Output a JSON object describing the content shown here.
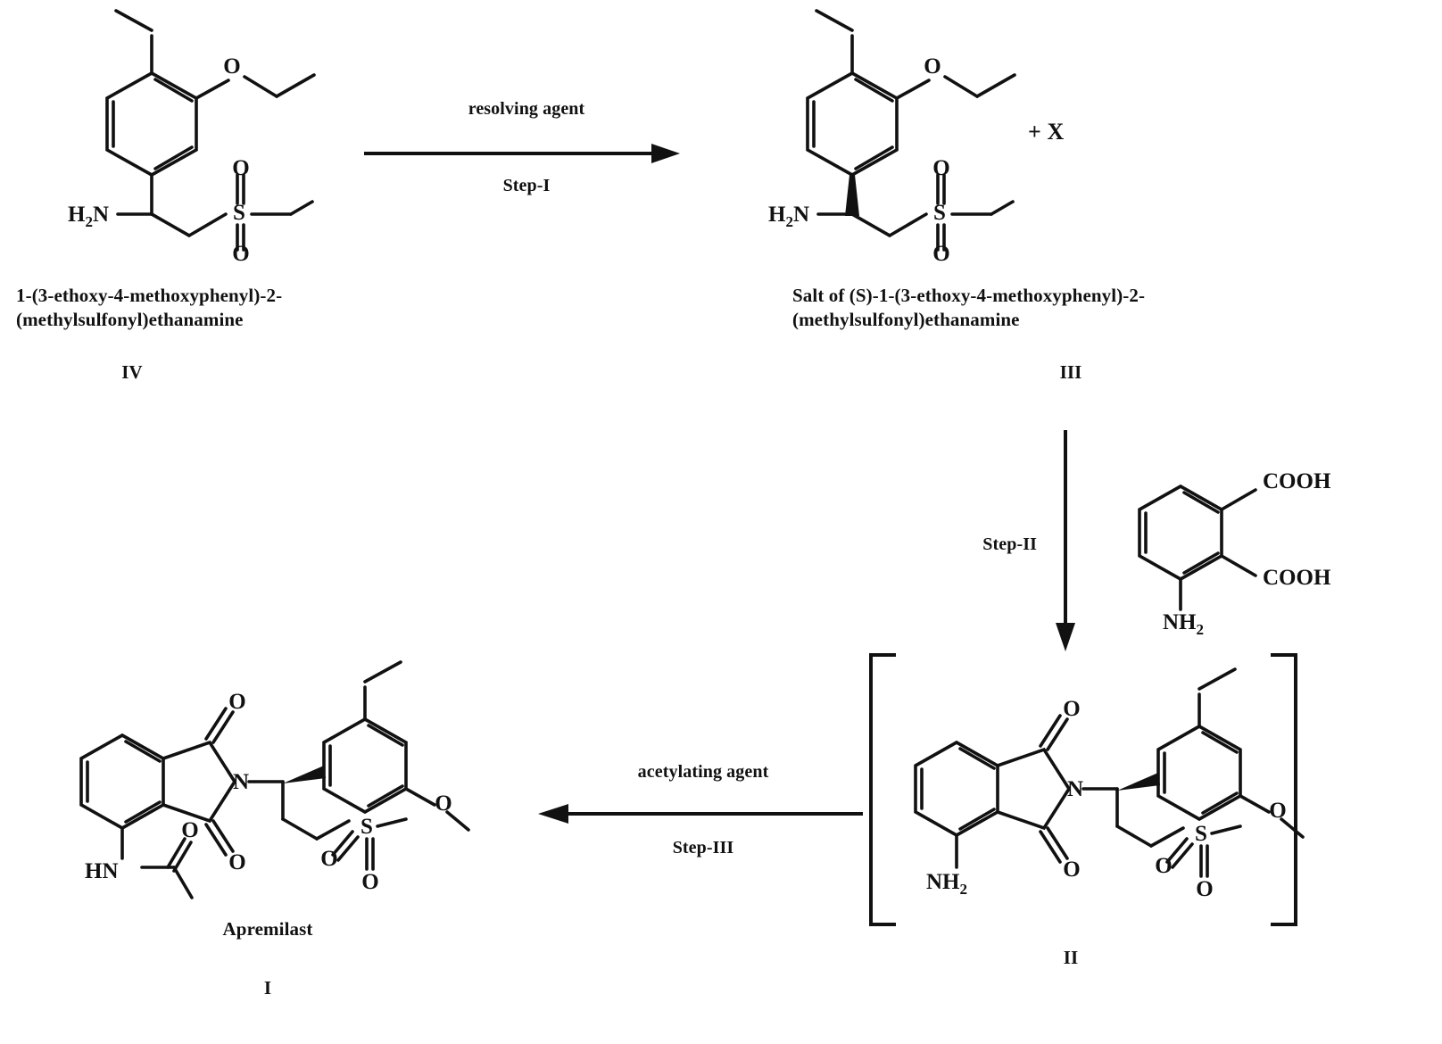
{
  "scheme": {
    "title": "Apremilast synthesis reaction scheme",
    "colors": {
      "ink": "#111111",
      "background": "#ffffff"
    }
  },
  "compounds": {
    "iv": {
      "name_line1": "1-(3-ethoxy-4-methoxyphenyl)-2-",
      "name_line2": "(methylsulfonyl)ethanamine",
      "roman": "IV",
      "atom_labels": {
        "amine": "H2N",
        "amine_sub": "2",
        "amine_pre": "H",
        "amine_post": "N",
        "o_top": "O",
        "o_ring": "O",
        "s_o_top": "O",
        "s_o_bottom": "O",
        "s": "S"
      }
    },
    "iii": {
      "name_line1": "Salt of (S)-1-(3-ethoxy-4-methoxyphenyl)-2-",
      "name_line2": "(methylsulfonyl)ethanamine",
      "roman": "III",
      "plus_x": "+ X",
      "atom_labels": {
        "amine_pre": "H",
        "amine_sub": "2",
        "amine_post": "N",
        "o_top": "O",
        "o_ring": "O",
        "s_o_top": "O",
        "s_o_bottom": "O",
        "s": "S"
      }
    },
    "aminophthalic": {
      "label_cooh_top": "COOH",
      "label_cooh_bottom": "COOH",
      "label_nh2_pre": "NH",
      "label_nh2_sub": "2"
    },
    "ii": {
      "roman": "II",
      "bracket_left": "[",
      "bracket_right": "]",
      "atom_labels": {
        "n_ring": "N",
        "o_c1": "O",
        "o_c3": "O",
        "nh2_pre": "NH",
        "nh2_sub": "2",
        "o_methoxy": "O",
        "o_ethoxy": "O",
        "s": "S",
        "s_o_top": "O",
        "s_o_bottom": "O"
      }
    },
    "i": {
      "name": "Apremilast",
      "roman": "I",
      "atom_labels": {
        "n_ring": "N",
        "o_c1": "O",
        "o_c3": "O",
        "hn": "HN",
        "amide_o": "O",
        "o_methoxy": "O",
        "o_ethoxy": "O",
        "s": "S",
        "s_o_top": "O",
        "s_o_bottom": "O"
      }
    }
  },
  "arrows": {
    "step1": {
      "above": "resolving agent",
      "below": "Step-I",
      "direction": "right"
    },
    "step2": {
      "label": "Step-II",
      "direction": "down"
    },
    "step3": {
      "above": "acetylating agent",
      "below": "Step-III",
      "direction": "left"
    }
  }
}
